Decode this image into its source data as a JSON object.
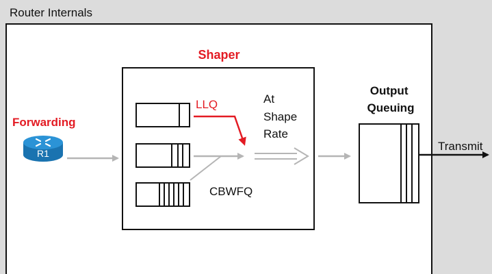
{
  "router_box": {
    "title": "Router Internals"
  },
  "forwarding": {
    "label": "Forwarding",
    "router_name": "R1"
  },
  "shaper": {
    "title": "Shaper",
    "llq_label": "LLQ",
    "cbwfq_label": "CBWFQ",
    "rate_label_lines": [
      "At",
      "Shape",
      "Rate"
    ]
  },
  "output": {
    "label_lines": [
      "Output",
      "Queuing"
    ]
  },
  "transmit": {
    "label": "Transmit"
  },
  "colors": {
    "accent_red": "#e31b23",
    "router_blue": "#1e88c7",
    "arrow_gray": "#b5b5b5",
    "box_border": "#111111",
    "panel_bg": "#ffffff",
    "page_bg": "#dcdcdc"
  },
  "icons": {
    "router": "router-icon"
  }
}
